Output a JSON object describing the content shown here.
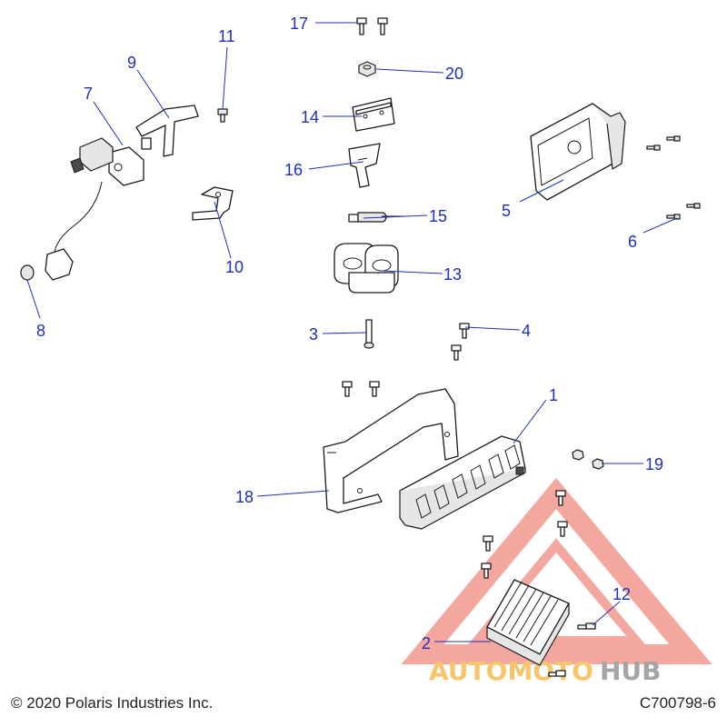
{
  "diagram": {
    "callouts": [
      "1",
      "2",
      "3",
      "4",
      "5",
      "6",
      "7",
      "8",
      "9",
      "10",
      "11",
      "12",
      "13",
      "14",
      "15",
      "16",
      "17",
      "18",
      "19",
      "20"
    ]
  },
  "footer": {
    "copyright": "© 2020 Polaris Industries Inc.",
    "drawing_number": "C700798-6"
  },
  "watermark": {
    "text_left": "AUTOMOTO",
    "text_right": "HUB",
    "color_primary": "#f08a7e",
    "color_secondary": "#f5b23a",
    "color_dark": "#888888"
  },
  "colors": {
    "callout": "#1f2fb8",
    "line": "#1a1a1a"
  }
}
